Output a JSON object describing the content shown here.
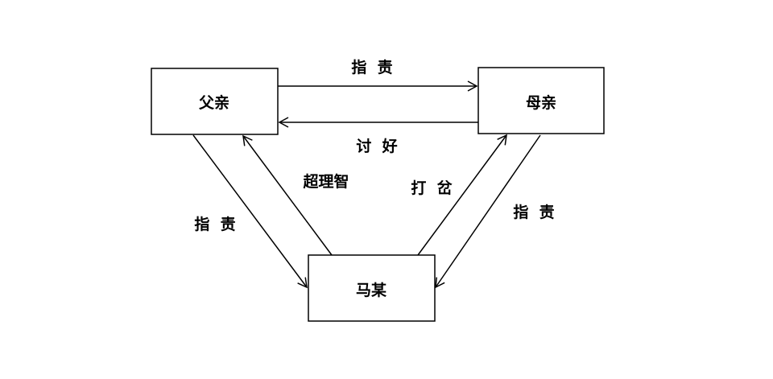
{
  "nodes": {
    "father": "父亲",
    "mother": "母亲",
    "mamou": "马某"
  },
  "edges": {
    "father_to_mother": "指  责",
    "mother_to_father": "讨  好",
    "mamou_to_father": "超理智",
    "mamou_to_mother": "打  岔",
    "father_to_mamou": "指  责",
    "mother_to_mamou": "指  责"
  }
}
